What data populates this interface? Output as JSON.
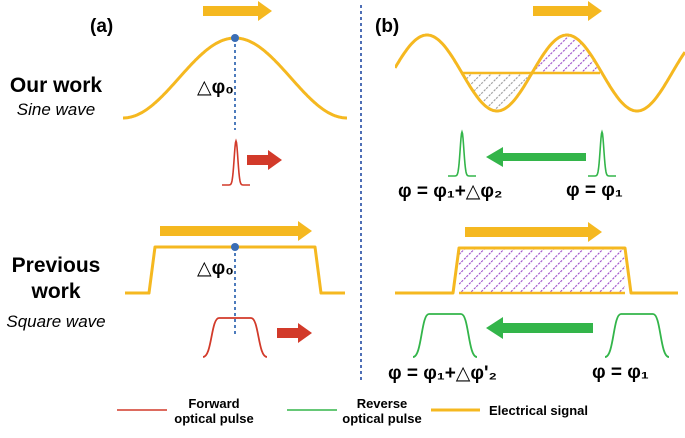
{
  "colors": {
    "electrical": "#F5B820",
    "forward_pulse": "#D23A2A",
    "reverse_pulse": "#33B54A",
    "hatch_purple": "#9A4BC8",
    "hatch_gray": "#9A9A9A",
    "divider": "#3B5FAE",
    "marker": "#3A6DB5"
  },
  "panels": {
    "a_label": "(a)",
    "b_label": "(b)"
  },
  "rows": {
    "top_title": "Our work",
    "top_subtitle": "Sine wave",
    "bottom_title_line1": "Previous",
    "bottom_title_line2": "work",
    "bottom_subtitle": "Square wave"
  },
  "annotations": {
    "delta_phi_top": "△φ₀",
    "delta_phi_bottom": "△φ₀",
    "phase_top_left": "φ = φ₁+△φ₂",
    "phase_top_right": "φ = φ₁",
    "phase_bottom_left": "φ = φ₁+△φ'₂",
    "phase_bottom_right": "φ = φ₁"
  },
  "legend": {
    "forward_line1": "Forward",
    "forward_line2": "optical pulse",
    "reverse_line1": "Reverse",
    "reverse_line2": "optical pulse",
    "electrical": "Electrical signal"
  }
}
